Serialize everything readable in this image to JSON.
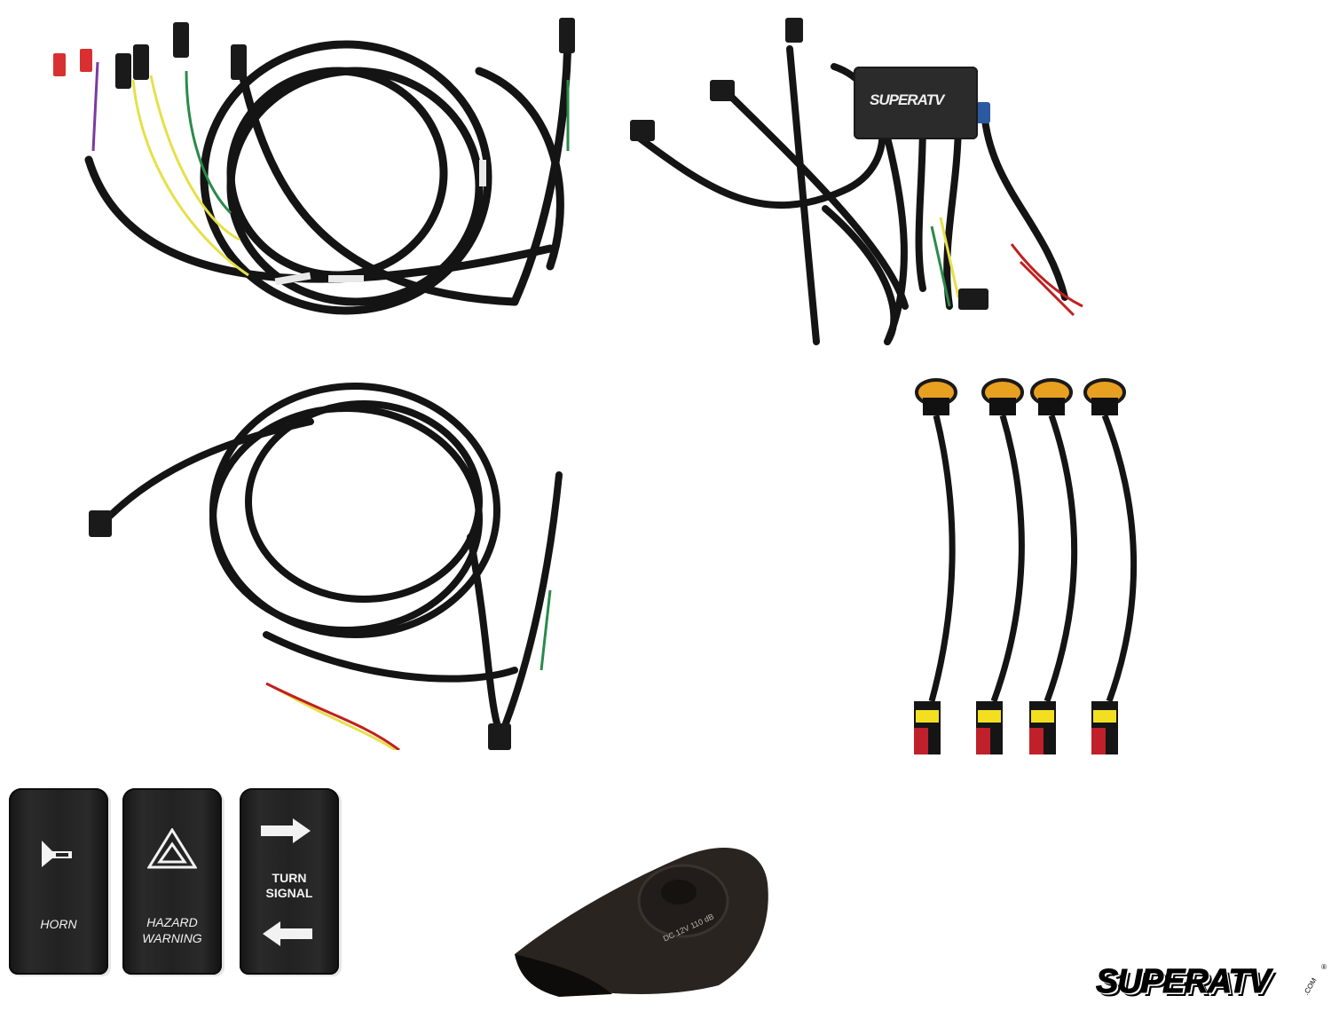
{
  "image": {
    "description": "Turn signal kit product photo: wiring harnesses, control module, four amber marker lights, three rocker switches, horn and brand logo on white background",
    "background_color": "#ffffff"
  },
  "control_module": {
    "logo_text": "SUPERATV",
    "color": "#2b2b2b"
  },
  "switches": [
    {
      "label": "HORN",
      "icon": "horn-icon"
    },
    {
      "label_line1": "HAZARD",
      "label_line2": "WARNING",
      "icon": "hazard-triangle-icon"
    },
    {
      "label_line1": "TURN",
      "label_line2": "SIGNAL",
      "icon_top": "arrow-right-icon",
      "icon_bottom": "arrow-left-icon"
    }
  ],
  "horn": {
    "marking": "DC 12V 110 dB",
    "color": "#2a2420"
  },
  "marker_lights": {
    "count": 4,
    "lens_color": "#e8a020",
    "connector_seal_color": "#f2e020",
    "connector_body_color": "#c0202a"
  },
  "brand_logo": {
    "text": "SUPERATV",
    "suffix": ".COM",
    "trademark": "®"
  }
}
